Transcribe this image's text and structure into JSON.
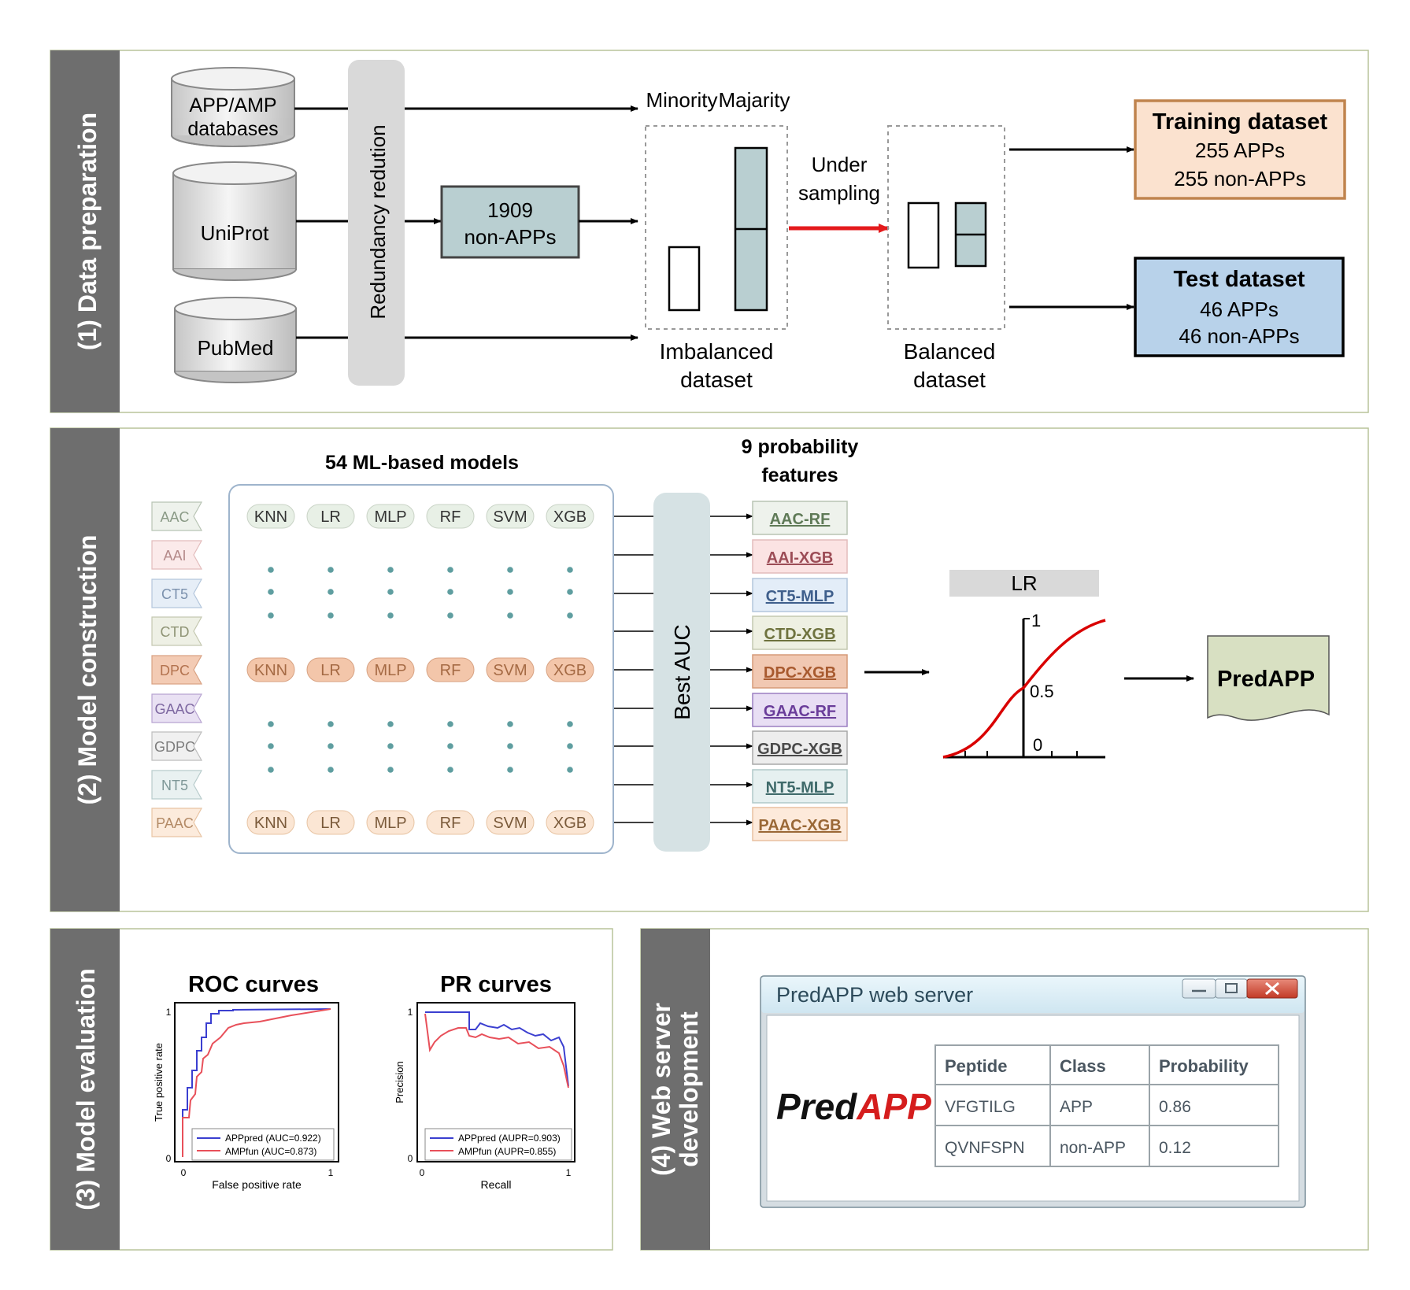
{
  "panels": {
    "p1": "(1) Data preparation",
    "p2": "(2) Model construction",
    "p3": "(3) Model evaluation",
    "p4_line1": "(4) Web server",
    "p4_line2": "development"
  },
  "prep": {
    "db1_line1": "APP/AMP",
    "db1_line2": "databases",
    "db2": "UniProt",
    "db3": "PubMed",
    "redundancy": "Redundancy redution",
    "nonapp_line1": "1909",
    "nonapp_line2": "non-APPs",
    "minority": "Minority",
    "majority": "Majarity",
    "under_line1": "Under",
    "under_line2": "sampling",
    "imbalanced_line1": "Imbalanced",
    "imbalanced_line2": "dataset",
    "balanced_line1": "Balanced",
    "balanced_line2": "dataset",
    "train_title": "Training dataset",
    "train_line1": "255 APPs",
    "train_line2": "255 non-APPs",
    "test_title": "Test dataset",
    "test_line1": "46 APPs",
    "test_line2": "46 non-APPs"
  },
  "model": {
    "models_title": "54 ML-based models",
    "prob_line1": "9 probability",
    "prob_line2": "features",
    "best_auc": "Best  AUC",
    "lr_label": "LR",
    "sig_tick_1": "1",
    "sig_tick_05": "0.5",
    "sig_tick_0": "0",
    "output": "PredAPP",
    "encodings": [
      {
        "label": "AAC",
        "fill": "#eef2ec",
        "stroke": "#b8c4b4",
        "text": "#8a9a86"
      },
      {
        "label": "AAI",
        "fill": "#fbeaea",
        "stroke": "#e3bcbc",
        "text": "#b48a8a"
      },
      {
        "label": "CT5",
        "fill": "#e6eef7",
        "stroke": "#b3c6dc",
        "text": "#7b91ad"
      },
      {
        "label": "CTD",
        "fill": "#eef0e5",
        "stroke": "#c4c8b0",
        "text": "#8f9475"
      },
      {
        "label": "DPC",
        "fill": "#f3cbb4",
        "stroke": "#d9a283",
        "text": "#b3734f"
      },
      {
        "label": "GAAC",
        "fill": "#e9e1f3",
        "stroke": "#b7a4d1",
        "text": "#7e68a1"
      },
      {
        "label": "GDPC",
        "fill": "#f0f0f0",
        "stroke": "#bdbdbd",
        "text": "#7d7d7d"
      },
      {
        "label": "NT5",
        "fill": "#e9f1f1",
        "stroke": "#b8cccc",
        "text": "#7f9898"
      },
      {
        "label": "PAAC",
        "fill": "#fcebdc",
        "stroke": "#e8c4a3",
        "text": "#b38a66"
      }
    ],
    "algorithms": [
      "KNN",
      "LR",
      "MLP",
      "RF",
      "SVM",
      "XGB"
    ],
    "row1_fill": "#e8f0e6",
    "row2_fill": "#f3c6aa",
    "row3_fill": "#fbe6d4",
    "features": [
      {
        "label": "AAC-RF",
        "fill": "#eef2ec",
        "stroke": "#b8c4b4",
        "text": "#5f7a57"
      },
      {
        "label": "AAI-XGB",
        "fill": "#fbe3e3",
        "stroke": "#e3bcbc",
        "text": "#9c4c56"
      },
      {
        "label": "CT5-MLP",
        "fill": "#e3edf8",
        "stroke": "#b3c6dc",
        "text": "#3f5f8c"
      },
      {
        "label": "CTD-XGB",
        "fill": "#eef0e2",
        "stroke": "#c4c8b0",
        "text": "#6f733f"
      },
      {
        "label": "DPC-XGB",
        "fill": "#f1c8b2",
        "stroke": "#d69a78",
        "text": "#a85a2f"
      },
      {
        "label": "GAAC-RF",
        "fill": "#e8def4",
        "stroke": "#9b7fc2",
        "text": "#6a3d9a"
      },
      {
        "label": "GDPC-XGB",
        "fill": "#ededed",
        "stroke": "#a8a8a8",
        "text": "#4a4a4a"
      },
      {
        "label": "NT5-MLP",
        "fill": "#e6f0f0",
        "stroke": "#b0c8c8",
        "text": "#3f6a6a"
      },
      {
        "label": "PAAC-XGB",
        "fill": "#fdeadb",
        "stroke": "#e8c0a0",
        "text": "#9a6836"
      }
    ]
  },
  "evaluation": {
    "roc_title": "ROC curves",
    "pr_title": "PR curves",
    "roc_ylabel": "True positive rate",
    "roc_xlabel": "False positive rate",
    "pr_ylabel": "Precision",
    "pr_xlabel": "Recall",
    "tick_0": "0",
    "tick_1": "1",
    "roc_legend": [
      "APPpred (AUC=0.922)",
      "AMPfun (AUC=0.873)"
    ],
    "pr_legend": [
      "APPpred (AUPR=0.903)",
      "AMPfun (AUPR=0.855)"
    ],
    "series_colors": [
      "#3b3fd0",
      "#e8505a"
    ]
  },
  "webserver": {
    "title": "PredAPP web server",
    "logo_part1": "Pred",
    "logo_part2": "APP",
    "table_headers": [
      "Peptide",
      "Class",
      "Probability"
    ],
    "rows": [
      [
        "VFGTILG",
        "APP",
        "0.86"
      ],
      [
        "QVNFSPN",
        "non-APP",
        "0.12"
      ]
    ]
  }
}
